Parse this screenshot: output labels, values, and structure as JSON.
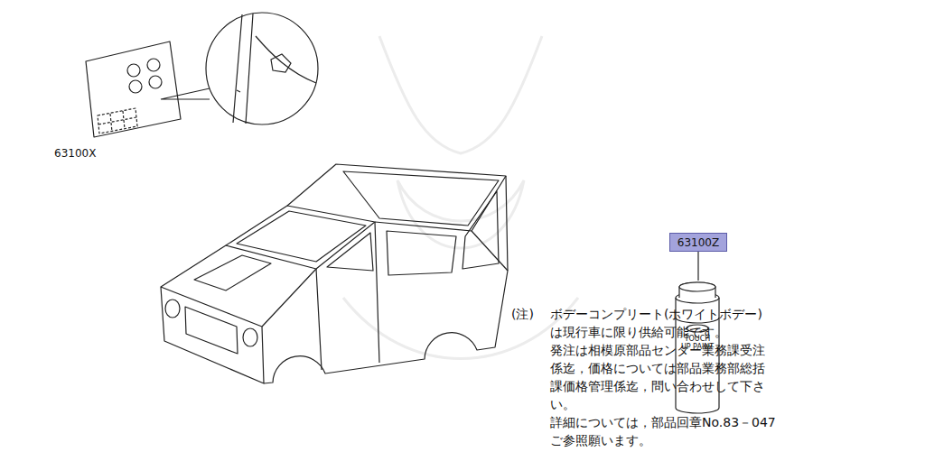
{
  "diagram": {
    "nodes": [
      {
        "text": [
          "63100Z"
        ]
      }
    ],
    "labels": [
      "63100X",
      "TOUCH UP PAINT",
      "(注)",
      "ボデーコンプリート(ホワイトボデー)",
      "は現行車に限り供給可能です。",
      "発注は相模原部品センター業務課受注",
      "係迄，価格については部品業務部総括",
      "課価格管理係迄，問い合わせして下さ",
      "い。",
      "詳細については，部品回章No.83－047",
      "ご参照願います。"
    ]
  }
}
